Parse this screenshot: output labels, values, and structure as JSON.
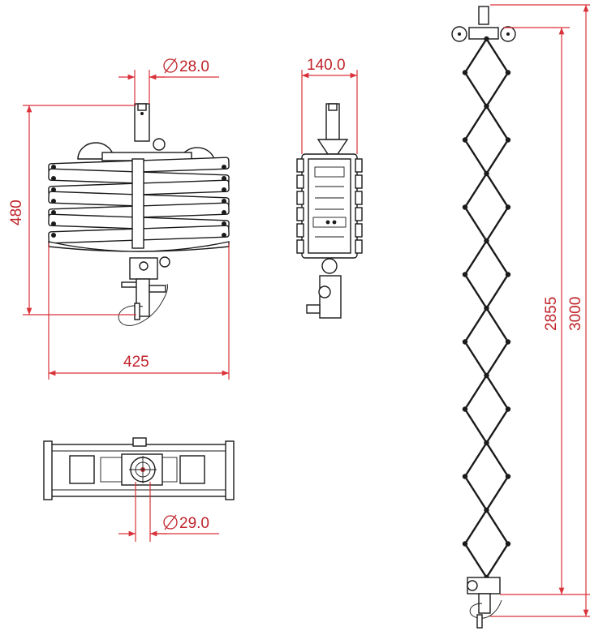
{
  "dimensions": {
    "top_diameter": "28.0",
    "bottom_diameter": "29.0",
    "side_width": "140.0",
    "front_height": "480",
    "front_width": "425",
    "extended_length": "2855",
    "total_length": "3000"
  },
  "colors": {
    "dimension": "#d9323a",
    "outline": "#1a1a1a",
    "background": "#ffffff"
  },
  "icons": {
    "diameter_symbol": "diameter-icon"
  }
}
